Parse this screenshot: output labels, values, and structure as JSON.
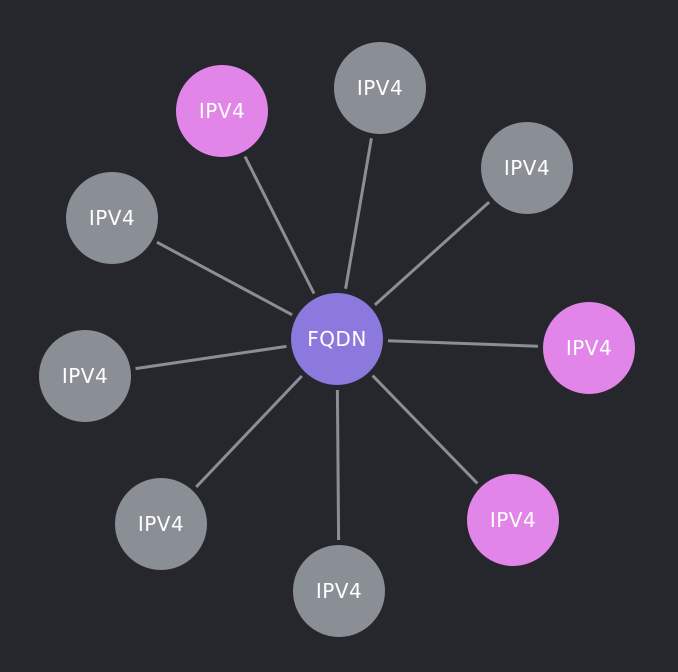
{
  "colors": {
    "background": "#25272c",
    "center": "#8b79dd",
    "gray": "#8a8e95",
    "pink": "#e185e8",
    "edge": "#8a8e95"
  },
  "center": {
    "id": "fqdn",
    "label": "FQDN"
  },
  "nodes": [
    {
      "id": "n1",
      "label": "IPV4",
      "kind": "pink"
    },
    {
      "id": "n2",
      "label": "IPV4",
      "kind": "gray"
    },
    {
      "id": "n3",
      "label": "IPV4",
      "kind": "gray"
    },
    {
      "id": "n4",
      "label": "IPV4",
      "kind": "gray"
    },
    {
      "id": "n5",
      "label": "IPV4",
      "kind": "pink"
    },
    {
      "id": "n6",
      "label": "IPV4",
      "kind": "gray"
    },
    {
      "id": "n7",
      "label": "IPV4",
      "kind": "pink"
    },
    {
      "id": "n8",
      "label": "IPV4",
      "kind": "gray"
    },
    {
      "id": "n9",
      "label": "IPV4",
      "kind": "gray"
    }
  ]
}
